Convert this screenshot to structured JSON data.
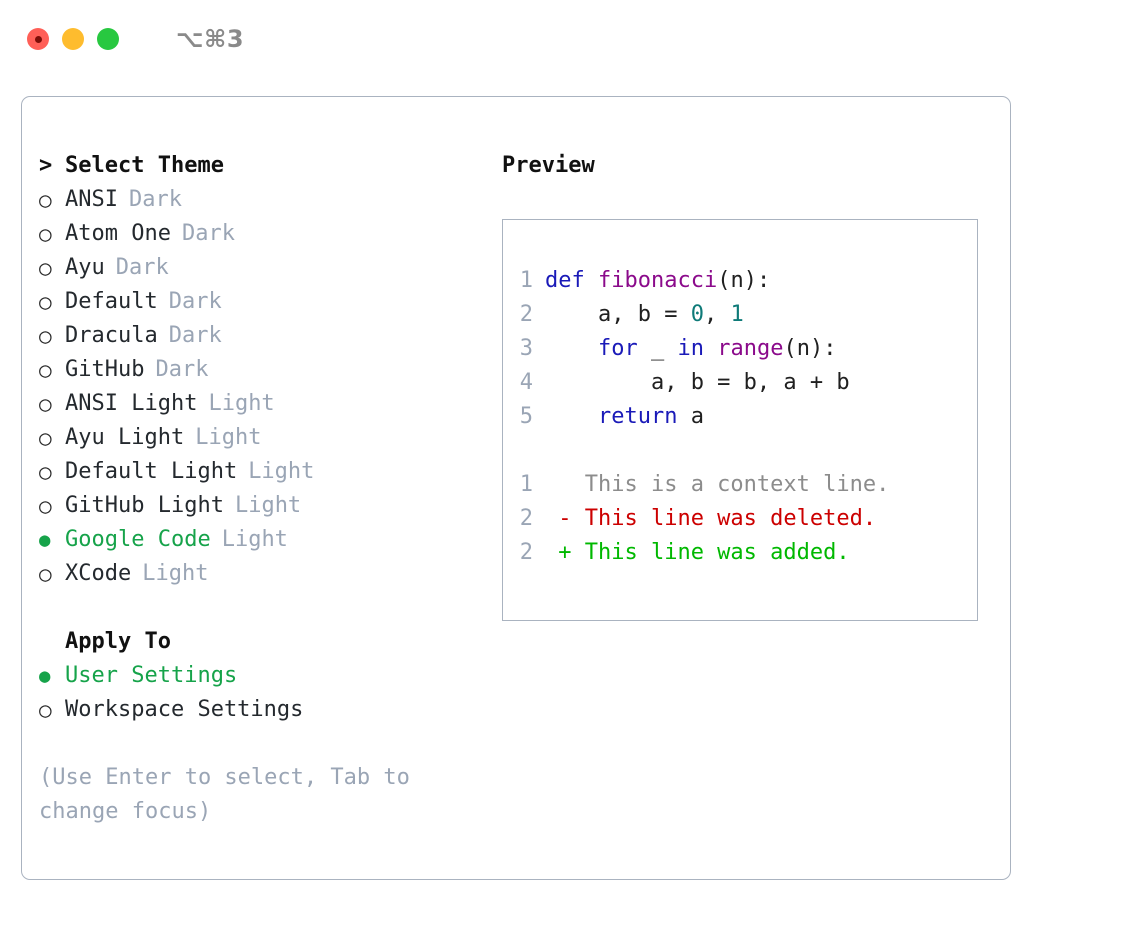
{
  "window": {
    "shortcut": "⌥⌘3",
    "traffic_lights": [
      "close",
      "minimize",
      "zoom"
    ]
  },
  "theme_panel": {
    "header": {
      "caret": ">",
      "label": "Select Theme"
    },
    "markers": {
      "unselected": "○",
      "selected": "●"
    },
    "items": [
      {
        "marker": "○",
        "label": "ANSI",
        "variant": "Dark",
        "selected": false
      },
      {
        "marker": "○",
        "label": "Atom One",
        "variant": "Dark",
        "selected": false
      },
      {
        "marker": "○",
        "label": "Ayu",
        "variant": "Dark",
        "selected": false
      },
      {
        "marker": "○",
        "label": "Default",
        "variant": "Dark",
        "selected": false
      },
      {
        "marker": "○",
        "label": "Dracula",
        "variant": "Dark",
        "selected": false
      },
      {
        "marker": "○",
        "label": "GitHub",
        "variant": "Dark",
        "selected": false
      },
      {
        "marker": "○",
        "label": "ANSI Light",
        "variant": "Light",
        "selected": false
      },
      {
        "marker": "○",
        "label": "Ayu Light",
        "variant": "Light",
        "selected": false
      },
      {
        "marker": "○",
        "label": "Default Light",
        "variant": "Light",
        "selected": false
      },
      {
        "marker": "○",
        "label": "GitHub Light",
        "variant": "Light",
        "selected": false
      },
      {
        "marker": "●",
        "label": "Google Code",
        "variant": "Light",
        "selected": true
      },
      {
        "marker": "○",
        "label": "XCode",
        "variant": "Light",
        "selected": false
      }
    ]
  },
  "apply_to": {
    "header": {
      "label": "Apply To"
    },
    "items": [
      {
        "marker": "●",
        "label": "User Settings",
        "selected": true
      },
      {
        "marker": "○",
        "label": "Workspace Settings",
        "selected": false
      }
    ]
  },
  "help": {
    "line1": "(Use Enter to select, Tab to",
    "line2": "change focus)"
  },
  "preview": {
    "title": "Preview",
    "code": [
      {
        "no": "1",
        "tokens": [
          {
            "t": "def",
            "c": "kw"
          },
          {
            "t": " ",
            "c": "plain"
          },
          {
            "t": "fibonacci",
            "c": "fn"
          },
          {
            "t": "(n):",
            "c": "plain"
          }
        ]
      },
      {
        "no": "2",
        "tokens": [
          {
            "t": "    a, b = ",
            "c": "plain"
          },
          {
            "t": "0",
            "c": "num"
          },
          {
            "t": ", ",
            "c": "plain"
          },
          {
            "t": "1",
            "c": "num"
          }
        ]
      },
      {
        "no": "3",
        "tokens": [
          {
            "t": "    ",
            "c": "plain"
          },
          {
            "t": "for",
            "c": "kw"
          },
          {
            "t": " _ ",
            "c": "plain"
          },
          {
            "t": "in",
            "c": "kw"
          },
          {
            "t": " ",
            "c": "plain"
          },
          {
            "t": "range",
            "c": "fn"
          },
          {
            "t": "(n):",
            "c": "plain"
          }
        ]
      },
      {
        "no": "4",
        "tokens": [
          {
            "t": "        a, b = b, a + b",
            "c": "plain"
          }
        ]
      },
      {
        "no": "5",
        "tokens": [
          {
            "t": "    ",
            "c": "plain"
          },
          {
            "t": "return",
            "c": "kw"
          },
          {
            "t": " a",
            "c": "plain"
          }
        ]
      }
    ],
    "diff": [
      {
        "no": "1",
        "sign": " ",
        "text": "This is a context line.",
        "kind": "ctx"
      },
      {
        "no": "2",
        "sign": "-",
        "text": "This line was deleted.",
        "kind": "del"
      },
      {
        "no": "2",
        "sign": "+",
        "text": "This line was added.",
        "kind": "add"
      }
    ]
  },
  "colors": {
    "selected_green": "#16a34a",
    "variant_grey": "#9aa5b5",
    "border": "#aab3c0",
    "keyword_blue": "#1a1ab8",
    "function_purple": "#8b0a8b",
    "number_teal": "#0e7a78",
    "diff_deleted_red": "#cc0000",
    "diff_added_green": "#00b800",
    "diff_context_grey": "#8c8c8c",
    "traffic_close": "#ff5f57",
    "traffic_minimize": "#febc2e",
    "traffic_zoom": "#28c840"
  }
}
